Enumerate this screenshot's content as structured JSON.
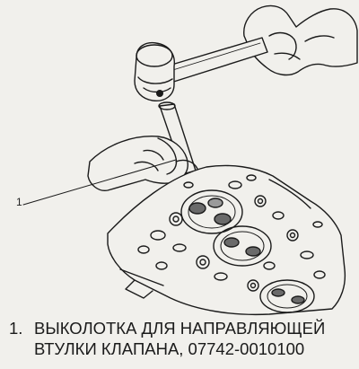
{
  "figure": {
    "callouts": [
      {
        "number": "1"
      }
    ]
  },
  "legend": {
    "items": [
      {
        "number": "1.",
        "line1": "ВЫКОЛОТКА ДЛЯ НАПРАВЛЯЮЩЕЙ",
        "line2": "ВТУЛКИ КЛАПАНА, 07742-0010100"
      }
    ]
  },
  "colors": {
    "ink": "#1b1b1b",
    "paper": "#f1f0ec"
  }
}
